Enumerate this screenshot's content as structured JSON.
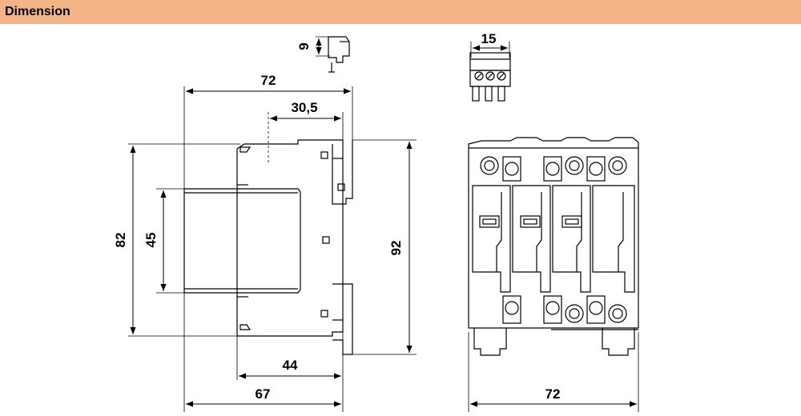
{
  "header": {
    "title": "Dimension"
  },
  "dimensions": {
    "side_top_width": "72",
    "side_offset": "30,5",
    "side_height_outer": "82",
    "side_height_inner": "45",
    "side_height_total": "92",
    "side_bottom_inner": "44",
    "side_bottom_total": "67",
    "connector_height": "9",
    "connector_width": "15",
    "front_width": "72"
  }
}
